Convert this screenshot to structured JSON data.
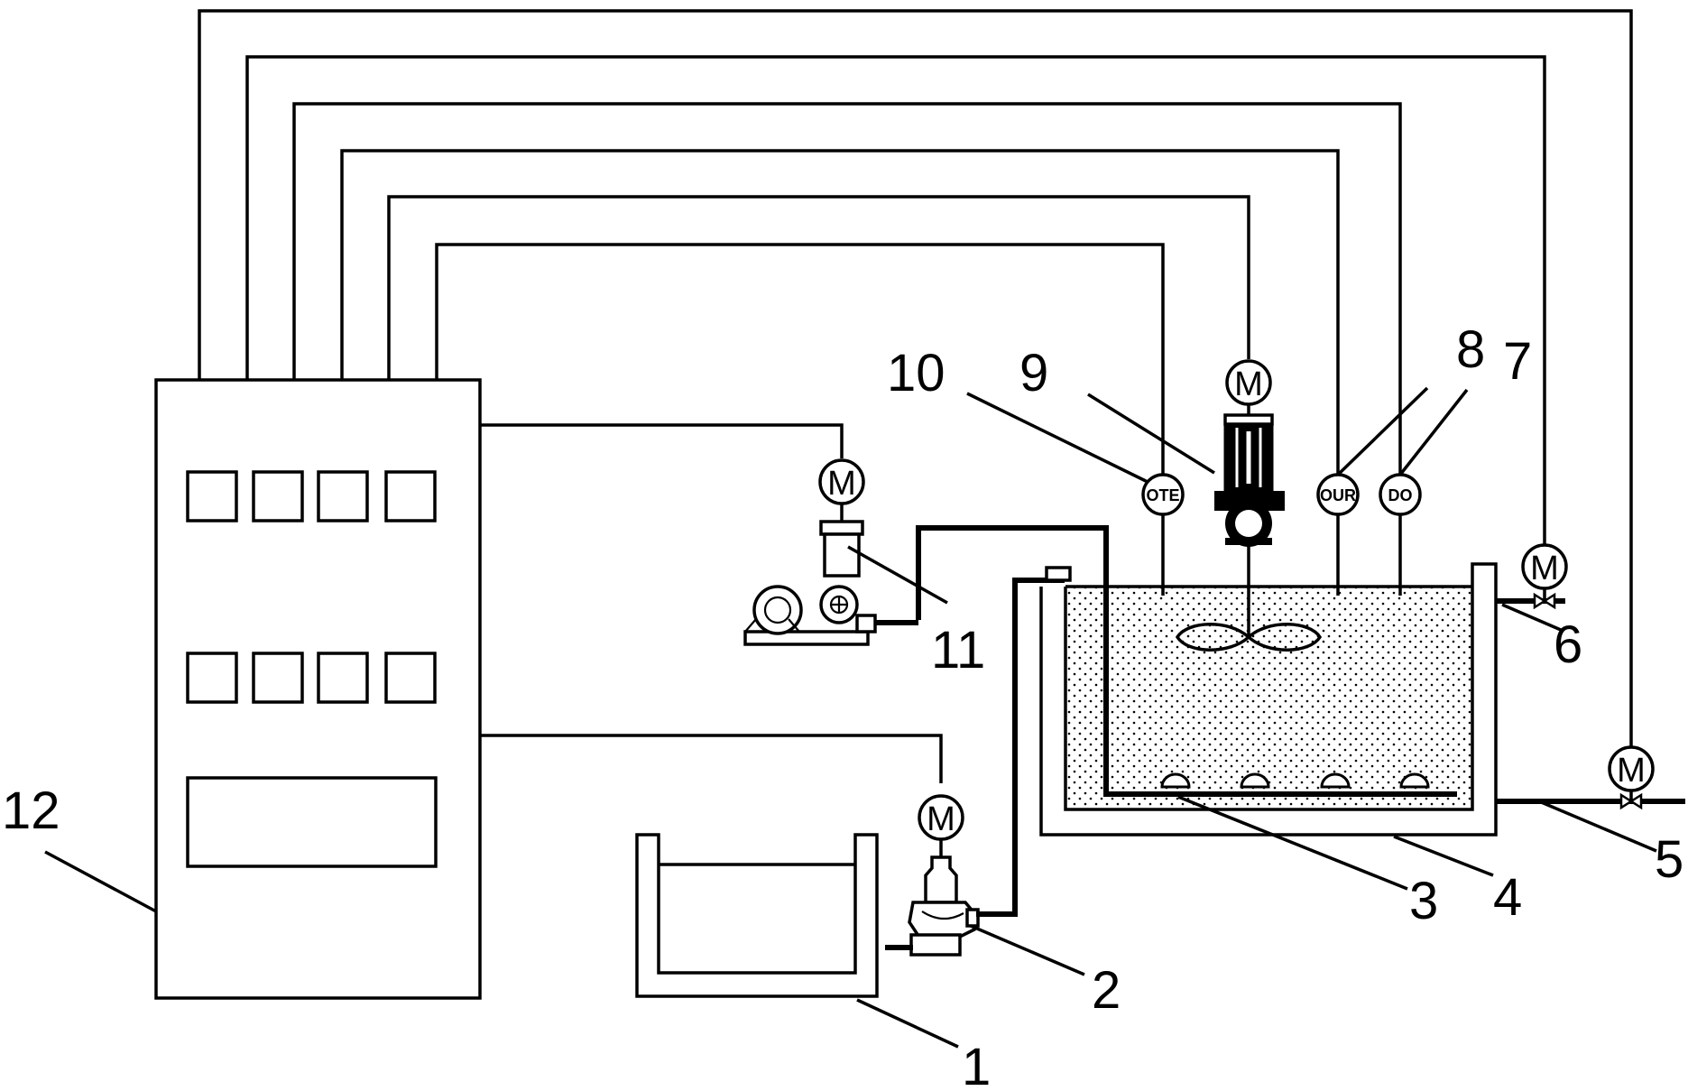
{
  "motor_symbol": "M",
  "sensors": {
    "ote": "OTE",
    "our": "OUR",
    "do": "DO"
  },
  "callouts": {
    "c1": "1",
    "c2": "2",
    "c3": "3",
    "c4": "4",
    "c5": "5",
    "c6": "6",
    "c7": "7",
    "c8": "8",
    "c9": "9",
    "c10": "10",
    "c11": "11",
    "c12": "12"
  }
}
